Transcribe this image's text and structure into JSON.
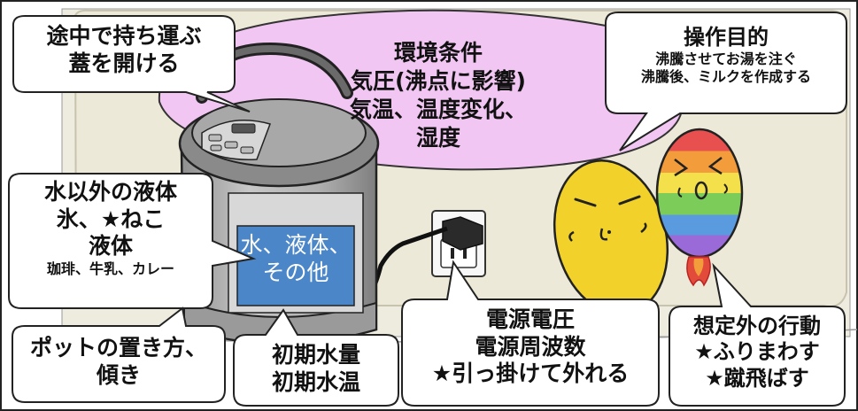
{
  "callouts": {
    "carry": [
      "途中で持ち運ぶ",
      "蓋を開ける"
    ],
    "environment": [
      "環境条件",
      "気圧(沸点に影響)",
      "気温、温度変化、",
      "湿度"
    ],
    "operation": {
      "title": "操作目的",
      "lines": [
        "沸騰させてお湯を注ぐ",
        "沸騰後、ミルクを作成する"
      ]
    },
    "liquids": {
      "lines": [
        "水以外の液体",
        "氷、★ねこ",
        "液体"
      ],
      "small": "珈琲、牛乳、カレー"
    },
    "pot_contents": [
      "水、液体、",
      "その他"
    ],
    "placement": [
      "ポットの置き方、",
      "傾き"
    ],
    "initial": [
      "初期水量",
      "初期水温"
    ],
    "power": [
      "電源電圧",
      "電源周波数",
      "★引っ掛けて外れる"
    ],
    "unexpected": [
      "想定外の行動",
      "★ふりまわす",
      "★蹴飛ばす"
    ]
  },
  "colors": {
    "wall": "#eeebdf",
    "cloud": "#f2c6f2",
    "pot_body": "#b5b5b5",
    "water": "#4a86c8",
    "yellow_character": "#f2d22a",
    "rainbow_character": [
      "#e85050",
      "#f39c3c",
      "#f3e04a",
      "#7ccc5a",
      "#5a9be0",
      "#9a6ad8"
    ]
  },
  "icons": [
    "electric-pot-icon",
    "power-outlet-icon",
    "plug-icon",
    "yellow-egg-character-icon",
    "rainbow-egg-character-icon",
    "rocket-flame-icon"
  ]
}
